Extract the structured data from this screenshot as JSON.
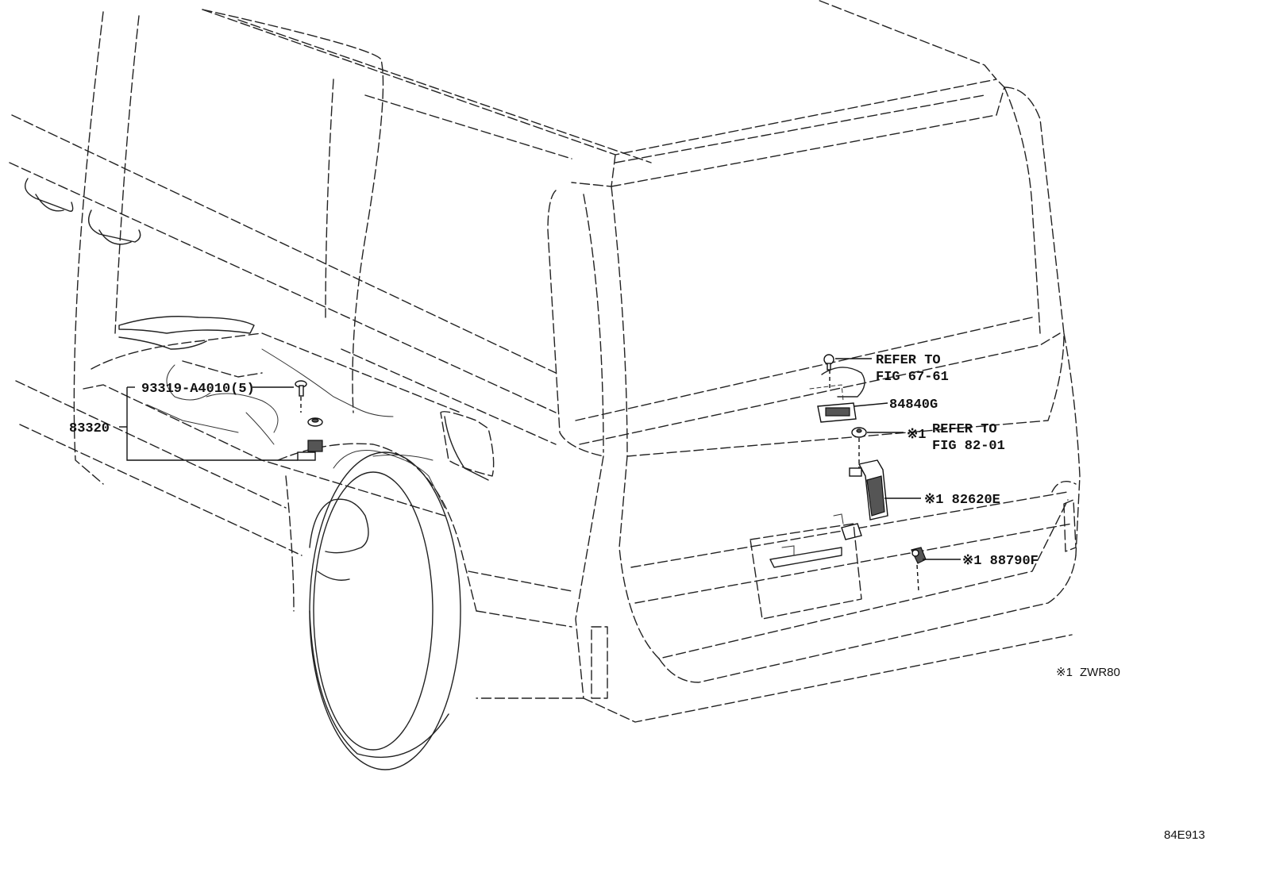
{
  "callouts": {
    "bolt_part_no": "93319-A4010(5)",
    "tray_part_no": "83320",
    "refer_67_line1": "REFER TO",
    "refer_67_line2": "FIG 67-61",
    "lamp_part_no": "84840G",
    "clip_mark": "※1",
    "refer_82_line1": "REFER TO",
    "refer_82_line2": "FIG 82-01",
    "relay_part_no": "※1 82620E",
    "sensor_part_no": "※1 88790F"
  },
  "footnote": {
    "mark": "※1",
    "model": "ZWR80"
  },
  "illustration_id": "84E913",
  "icons": [
    "bolt-icon",
    "clip-icon",
    "license-lamp-icon",
    "relay-block-icon",
    "sensor-icon",
    "bracket-icon"
  ]
}
